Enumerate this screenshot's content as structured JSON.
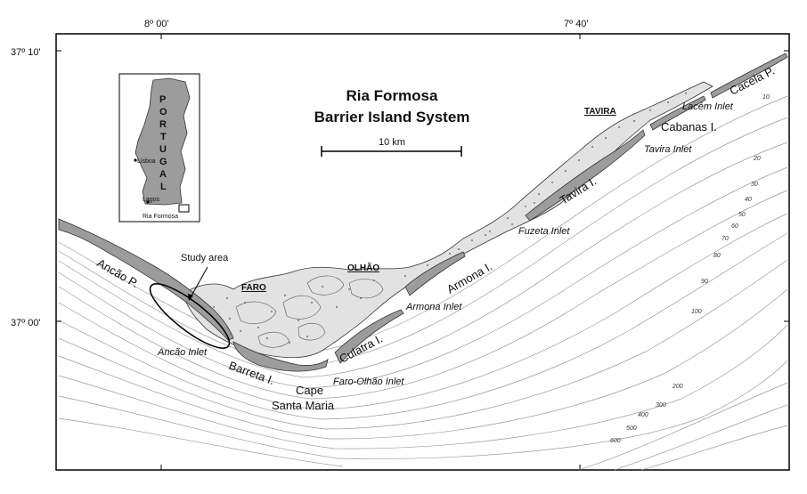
{
  "title_line1": "Ria Formosa",
  "title_line2": "Barrier Island System",
  "scale_label": "10 km",
  "lon_ticks": [
    "8º 00'",
    "7º 40'"
  ],
  "lat_ticks": [
    "37º 10'",
    "37º 00'"
  ],
  "inset": {
    "country": [
      "P",
      "O",
      "R",
      "T",
      "U",
      "G",
      "A",
      "L"
    ],
    "cities": [
      "Lisboa",
      "Lagos"
    ],
    "region_label": "Ria Formosa"
  },
  "study_area_label": "Study area",
  "towns": [
    "FARO",
    "OLHÃO",
    "TAVIRA"
  ],
  "islands": [
    "Ancão P.",
    "Barreta I.",
    "Culatra I.",
    "Armona I.",
    "Tavira I.",
    "Cabanas I.",
    "Cacela P."
  ],
  "inlets": [
    "Ancão Inlet",
    "Faro-Olhão Inlet",
    "Armona Inlet",
    "Fuzeta Inlet",
    "Tavira Inlet",
    "Lacém Inlet"
  ],
  "cape": [
    "Cape",
    "Santa Maria"
  ],
  "depth_labels": [
    "10",
    "20",
    "30",
    "40",
    "50",
    "60",
    "70",
    "80",
    "90",
    "100",
    "200",
    "300",
    "400",
    "500",
    "600"
  ]
}
